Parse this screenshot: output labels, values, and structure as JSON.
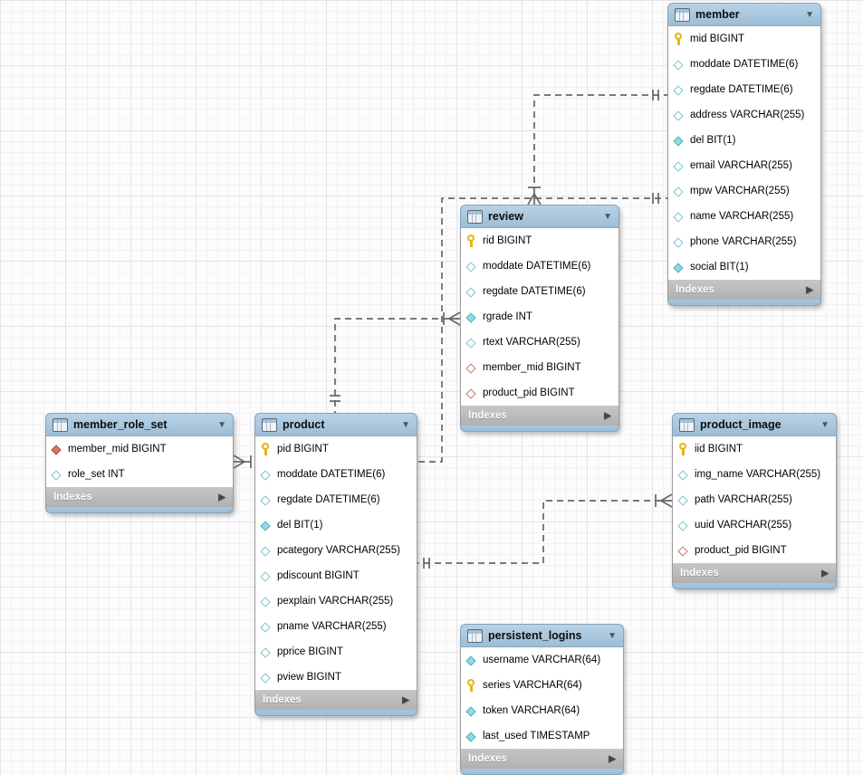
{
  "diagram": {
    "icons": {
      "collapse_arrow": "▼",
      "expand_arrow": "▶"
    },
    "colors": {
      "table_header": "#a4c3da",
      "indexes_bar": "#b9b9b9",
      "connector": "#676767",
      "primary_key_icon": "#e2b61b",
      "attribute_icon_teal": "#7cc4cc",
      "foreign_key_icon": "#c4776b"
    },
    "tables": [
      {
        "name": "member",
        "footer_label": "Indexes",
        "columns": [
          {
            "text": "mid BIGINT",
            "icon": "primary-key-icon"
          },
          {
            "text": "moddate DATETIME(6)",
            "icon": "diamond-open-teal-icon"
          },
          {
            "text": "regdate DATETIME(6)",
            "icon": "diamond-open-teal-icon"
          },
          {
            "text": "address VARCHAR(255)",
            "icon": "diamond-open-teal-icon"
          },
          {
            "text": "del BIT(1)",
            "icon": "diamond-filled-teal-icon"
          },
          {
            "text": "email VARCHAR(255)",
            "icon": "diamond-open-teal-icon"
          },
          {
            "text": "mpw VARCHAR(255)",
            "icon": "diamond-open-teal-icon"
          },
          {
            "text": "name VARCHAR(255)",
            "icon": "diamond-open-teal-icon"
          },
          {
            "text": "phone VARCHAR(255)",
            "icon": "diamond-open-teal-icon"
          },
          {
            "text": "social BIT(1)",
            "icon": "diamond-filled-teal-icon"
          }
        ]
      },
      {
        "name": "review",
        "footer_label": "Indexes",
        "columns": [
          {
            "text": "rid BIGINT",
            "icon": "primary-key-icon"
          },
          {
            "text": "moddate DATETIME(6)",
            "icon": "diamond-open-teal-icon"
          },
          {
            "text": "regdate DATETIME(6)",
            "icon": "diamond-open-teal-icon"
          },
          {
            "text": "rgrade INT",
            "icon": "diamond-filled-teal-icon"
          },
          {
            "text": "rtext VARCHAR(255)",
            "icon": "diamond-open-teal-icon"
          },
          {
            "text": "member_mid BIGINT",
            "icon": "diamond-open-red-icon"
          },
          {
            "text": "product_pid BIGINT",
            "icon": "diamond-open-red-icon"
          }
        ]
      },
      {
        "name": "member_role_set",
        "footer_label": "Indexes",
        "columns": [
          {
            "text": "member_mid BIGINT",
            "icon": "diamond-filled-red-icon"
          },
          {
            "text": "role_set INT",
            "icon": "diamond-open-teal-icon"
          }
        ]
      },
      {
        "name": "product",
        "footer_label": "Indexes",
        "columns": [
          {
            "text": "pid BIGINT",
            "icon": "primary-key-icon"
          },
          {
            "text": "moddate DATETIME(6)",
            "icon": "diamond-open-teal-icon"
          },
          {
            "text": "regdate DATETIME(6)",
            "icon": "diamond-open-teal-icon"
          },
          {
            "text": "del BIT(1)",
            "icon": "diamond-filled-teal-icon"
          },
          {
            "text": "pcategory VARCHAR(255)",
            "icon": "diamond-open-teal-icon"
          },
          {
            "text": "pdiscount BIGINT",
            "icon": "diamond-open-teal-icon"
          },
          {
            "text": "pexplain VARCHAR(255)",
            "icon": "diamond-open-teal-icon"
          },
          {
            "text": "pname VARCHAR(255)",
            "icon": "diamond-open-teal-icon"
          },
          {
            "text": "pprice BIGINT",
            "icon": "diamond-open-teal-icon"
          },
          {
            "text": "pview BIGINT",
            "icon": "diamond-open-teal-icon"
          }
        ]
      },
      {
        "name": "product_image",
        "footer_label": "Indexes",
        "columns": [
          {
            "text": "iid BIGINT",
            "icon": "primary-key-icon"
          },
          {
            "text": "img_name VARCHAR(255)",
            "icon": "diamond-open-teal-icon"
          },
          {
            "text": "path VARCHAR(255)",
            "icon": "diamond-open-teal-icon"
          },
          {
            "text": "uuid VARCHAR(255)",
            "icon": "diamond-open-teal-icon"
          },
          {
            "text": "product_pid BIGINT",
            "icon": "diamond-open-red-icon"
          }
        ]
      },
      {
        "name": "persistent_logins",
        "footer_label": "Indexes",
        "columns": [
          {
            "text": "username VARCHAR(64)",
            "icon": "diamond-filled-teal-icon"
          },
          {
            "text": "series VARCHAR(64)",
            "icon": "primary-key-icon"
          },
          {
            "text": "token VARCHAR(64)",
            "icon": "diamond-filled-teal-icon"
          },
          {
            "text": "last_used TIMESTAMP",
            "icon": "diamond-filled-teal-icon"
          }
        ]
      }
    ],
    "relationships": [
      {
        "from_table": "review",
        "from_column": "member_mid",
        "to_table": "member",
        "to_column": "mid",
        "from_cardinality": "many",
        "to_cardinality": "one",
        "line_style": "dashed"
      },
      {
        "from_table": "member_role_set",
        "from_column": "member_mid",
        "to_table": "member",
        "to_column": "mid",
        "from_cardinality": "many",
        "to_cardinality": "one",
        "line_style": "dashed"
      },
      {
        "from_table": "review",
        "from_column": "product_pid",
        "to_table": "product",
        "to_column": "pid",
        "from_cardinality": "many",
        "to_cardinality": "one",
        "line_style": "dashed"
      },
      {
        "from_table": "product_image",
        "from_column": "product_pid",
        "to_table": "product",
        "to_column": "pid",
        "from_cardinality": "many",
        "to_cardinality": "one",
        "line_style": "dashed"
      }
    ]
  }
}
